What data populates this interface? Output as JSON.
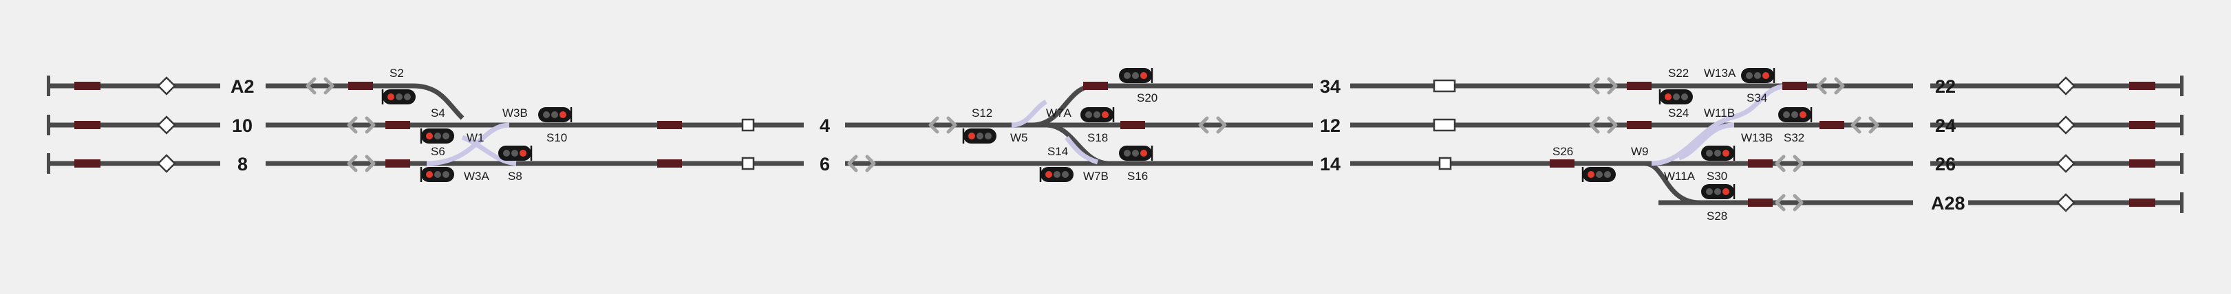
{
  "track_names": [
    "A2",
    "10",
    "8",
    "4",
    "34",
    "12",
    "6",
    "14",
    "22",
    "24",
    "26",
    "A28"
  ],
  "signals": [
    "S2",
    "S4",
    "S6",
    "S8",
    "S10",
    "S12",
    "S14",
    "S16",
    "S18",
    "S20",
    "S22",
    "S24",
    "S26",
    "S28",
    "S30",
    "S32",
    "S34"
  ],
  "switches": [
    "W1",
    "W3A",
    "W3B",
    "W5",
    "W7A",
    "W7B",
    "W9",
    "W11A",
    "W11B",
    "W13A",
    "W13B"
  ],
  "colors": {
    "background": "#f0f0f0",
    "track": "#4a4a4a",
    "route_set": "#c9c6e6",
    "occupied_segment": "#5a1a1e",
    "signal_red": "#e43a2e"
  }
}
